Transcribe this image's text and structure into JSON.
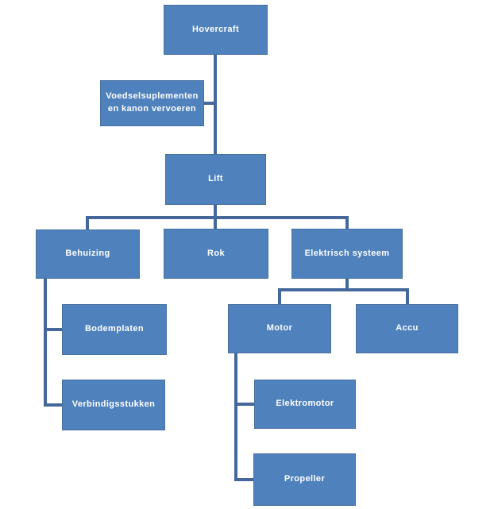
{
  "diagram": {
    "type": "hierarchy-org-chart",
    "language": "Dutch",
    "colors": {
      "node_fill": "#4f81bd",
      "node_border": "#47719f",
      "connector": "#44679c",
      "node_text": "#ffffff",
      "background": "#ffffff"
    },
    "nodes": {
      "hovercraft": {
        "label": "Hovercraft"
      },
      "voedsel": {
        "label": "Voedselsuplementen en kanon vervoeren"
      },
      "lift": {
        "label": "Lift"
      },
      "behuizing": {
        "label": "Behuizing"
      },
      "rok": {
        "label": "Rok"
      },
      "elektrisch": {
        "label": "Elektrisch systeem"
      },
      "bodemplaten": {
        "label": "Bodemplaten"
      },
      "verbindigsstukken": {
        "label": "Verbindigsstukken"
      },
      "motor": {
        "label": "Motor"
      },
      "accu": {
        "label": "Accu"
      },
      "elektromotor": {
        "label": "Elektromotor"
      },
      "propeller": {
        "label": "Propeller"
      }
    },
    "edges": [
      {
        "from": "Hovercraft",
        "to": "Lift",
        "type": "standard"
      },
      {
        "from": "Hovercraft",
        "to": "Voedselsuplementen en kanon vervoeren",
        "type": "assistant-side-attach"
      },
      {
        "from": "Lift",
        "to": "Behuizing",
        "type": "standard"
      },
      {
        "from": "Lift",
        "to": "Rok",
        "type": "standard"
      },
      {
        "from": "Lift",
        "to": "Elektrisch systeem",
        "type": "standard"
      },
      {
        "from": "Behuizing",
        "to": "Bodemplaten",
        "type": "hanging"
      },
      {
        "from": "Behuizing",
        "to": "Verbindigsstukken",
        "type": "hanging"
      },
      {
        "from": "Elektrisch systeem",
        "to": "Motor",
        "type": "standard"
      },
      {
        "from": "Elektrisch systeem",
        "to": "Accu",
        "type": "standard"
      },
      {
        "from": "Motor",
        "to": "Elektromotor",
        "type": "hanging"
      },
      {
        "from": "Motor",
        "to": "Propeller",
        "type": "hanging"
      }
    ]
  }
}
